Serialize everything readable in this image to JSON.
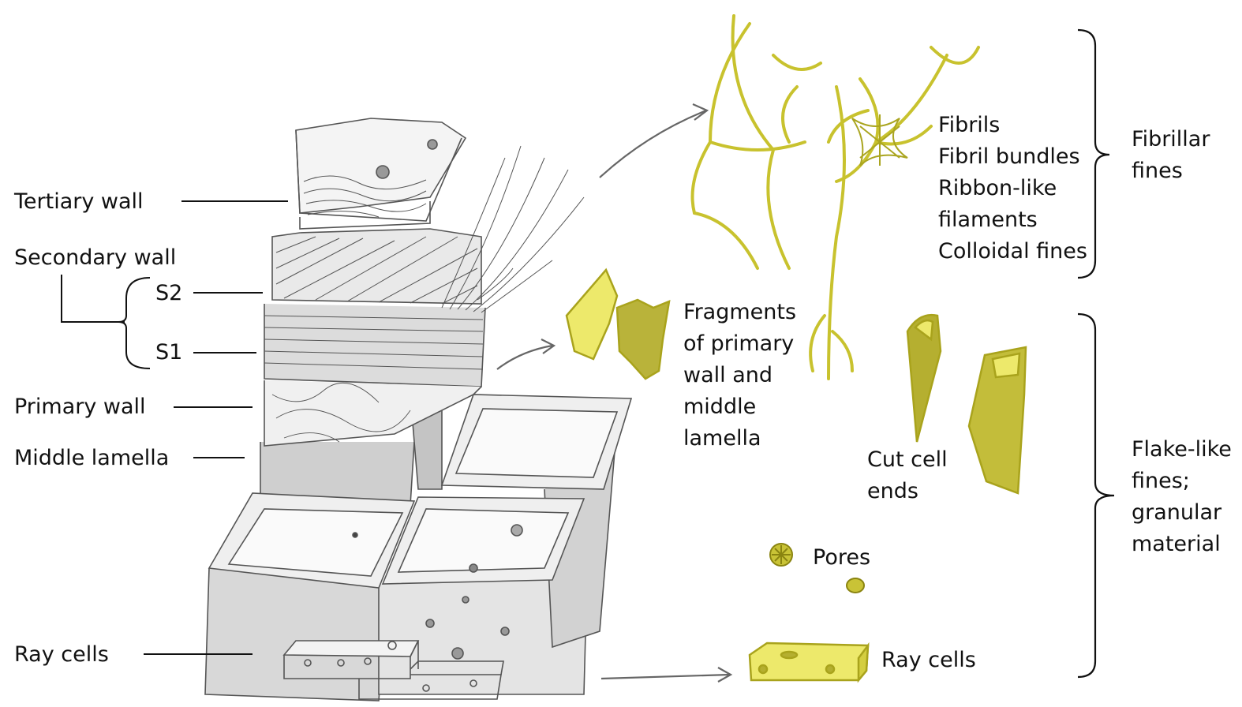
{
  "left_labels": {
    "tertiary": "Tertiary wall",
    "secondary": "Secondary wall",
    "s2": "S2",
    "s1": "S1",
    "primary": "Primary wall",
    "middle": "Middle lamella",
    "ray": "Ray cells"
  },
  "right_labels": {
    "fibrils": [
      "Fibrils",
      "Fibril bundles",
      "Ribbon-like",
      "filaments",
      "Colloidal fines"
    ],
    "fragments": [
      "Fragments",
      "of primary",
      "wall and",
      "middle",
      "lamella"
    ],
    "cut_ends": [
      "Cut cell",
      "ends"
    ],
    "pores": "Pores",
    "ray_cells": "Ray cells"
  },
  "groups": {
    "fibrillar": [
      "Fibrillar",
      "fines"
    ],
    "flake": [
      "Flake-like",
      "fines;",
      "granular",
      "material"
    ]
  },
  "colors": {
    "fines": "#d4cf3a",
    "fines_dark": "#a39d18",
    "pencil": "#555555"
  }
}
